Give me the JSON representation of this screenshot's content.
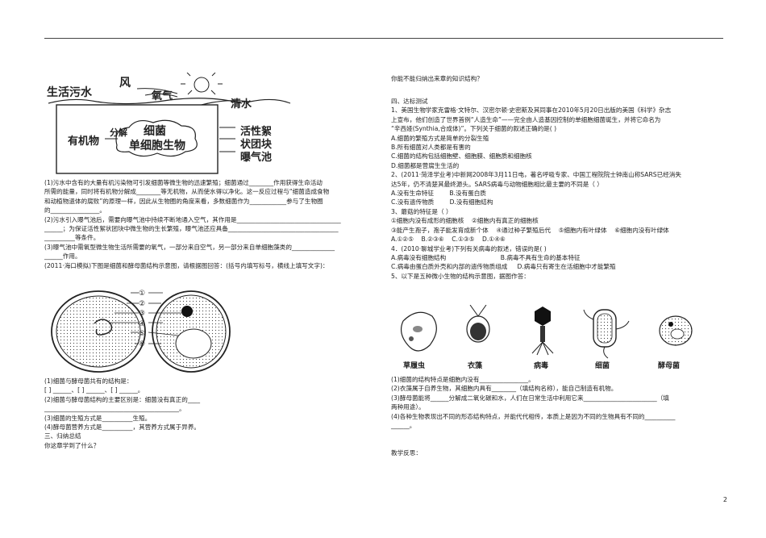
{
  "page_number": "2",
  "diagram1": {
    "wind": "风",
    "sewage": "生活污水",
    "oxygen": "氧气",
    "clear_water": "清水",
    "organic": "有机物",
    "decompose": "分解",
    "bacteria": "细菌",
    "single_cell": "单细胞生物",
    "floc1": "活性絮",
    "floc2": "状团块",
    "pond": "曝气池"
  },
  "left_text": {
    "q1a": "(1)污水中含有的大量有机污染物可引发细菌等微生物的迅速繁殖；细菌通过________作用获得生命活动",
    "q1b": "所需的能量，同时将有机物分解成________等无机物，从而使水得以净化。这一反应过程与“细菌造成食物",
    "q1c": "和动植物遗体的腐败”的原理一样，因此从生物圈的角度来看，多数细菌作为____________参与了生物圈",
    "q1d": "的________________。",
    "q2a": "(2)污水引入曝气池后，需要向曝气池中持续不断地通入空气，其作用是__________________________________",
    "q2b": "______；为保证活性絮状团块中微生物的生长繁殖，曝气池还应具备____________________________________",
    "q2c": "__________等条件。",
    "q3a": "(3)曝气池中需氧型微生物生活所需要的氧气，一部分来自空气，另一部分来自单细胞藻类的______________",
    "q3b": "______作用。",
    "q4": "(2011·海口模拟)下图是细菌和酵母菌结构示意图，请根据图回答：(括号内填写标号，横线上填写文字)：",
    "cell_nums": [
      "①",
      "②",
      "③",
      "④",
      "⑤",
      "⑥"
    ],
    "s1": "(1)细菌与酵母菌共有的结构是：",
    "s1b": "[   ] ______、[   ] ______、[   ] ______。",
    "s2a": "(2)细菌与酵母菌结构的主要区别是：细菌没有真正的____",
    "s2b": "____________________________________________。",
    "s3": "(3)细菌的生殖方式是__________生殖。",
    "s4": "(4)酵母菌营养方式是__________，其营养方式属于异养。",
    "sec3": "三、归纳总结",
    "learn": "你这章学到了什么？"
  },
  "right_text": {
    "top": "你能不能归纳出来章的知识结构？",
    "sec4": "四、达标测试",
    "r1a": "1、美国生物学家克雷格·文特尔、汉密尔顿·史密斯及其同事在2010年5月20日出版的美国《科学》杂志",
    "r1b": "上宣布，他们创造了世界首例“人造生命”——完全由人造基因控制的单细胞细菌诞生，并将它命名为",
    "r1c": "“辛西娅(Synthia,合成体)”。下列关于细菌的叙述正确的是(    )",
    "r1A": "A.细菌的繁殖方式是简单的分裂生殖",
    "r1B": "B.所有细菌对人类都是有害的",
    "r1C": "C.细菌的结构包括细胞壁、细胞膜、细胞质和细胞核",
    "r1D": "D.细菌都是营腐生生活的",
    "r2a": "2、(2011·菏泽学业考)中新网2008年3月11日电，著名呼吸专家、中国工程院院士钟南山称SARS已经消失",
    "r2b": "达5年，仍不清楚其最终源头。SARS病毒与动物细胞相比最主要的不同是（    ）",
    "r2AB": "A.没有生命特征        B.没有蛋白质",
    "r2CD": "C.没有遗传物质        D.没有细胞结构",
    "r3": "3、蘑菇的特征是（    ）",
    "r3o1": "①细胞内没有成形的细胞核    ②细胞内有真正的细胞核",
    "r3o2": "③能产生孢子，孢子能发育成新个体    ④通过种子繁殖后代    ⑤细胞内有叶绿体    ⑥细胞内没有叶绿体",
    "r3ans": "A.①②⑤    B.②③⑥    C.①③⑤    D.①④⑥",
    "r4": "4．(2010·聊城学业考)下列有关病毒的叙述，错误的是(    )",
    "r4AB": "A.病毒没有细胞结构                            B.病毒不具有生命的基本特征",
    "r4CD": "C.病毒由蛋白质外壳和内部的遗传物质组成     D.病毒只有寄生在活细胞中才能繁殖",
    "r5": "5、以下是五种微小生物的结构示意图，据图作答：",
    "org": [
      "草履虫",
      "衣藻",
      "病毒",
      "细菌",
      "酵母菌"
    ],
    "s1": "(1)细菌的结构特点是细胞内没有________________。",
    "s2": "(2)衣藻属于自养生物，其细胞内具有________（填结构名称），能自己制造有机物。",
    "s3a": "(3)酵母菌能将______分解成二氧化碳和水，人们在日常生活中利用它来________________________（填",
    "s3b": "两种用途）。",
    "s4a": "(4)各种生物表现出不同的形态结构特点，并能代代相传，本质上是因为不同的生物具有不同的__________",
    "s4b": "______。",
    "reflect": "教学反思："
  }
}
